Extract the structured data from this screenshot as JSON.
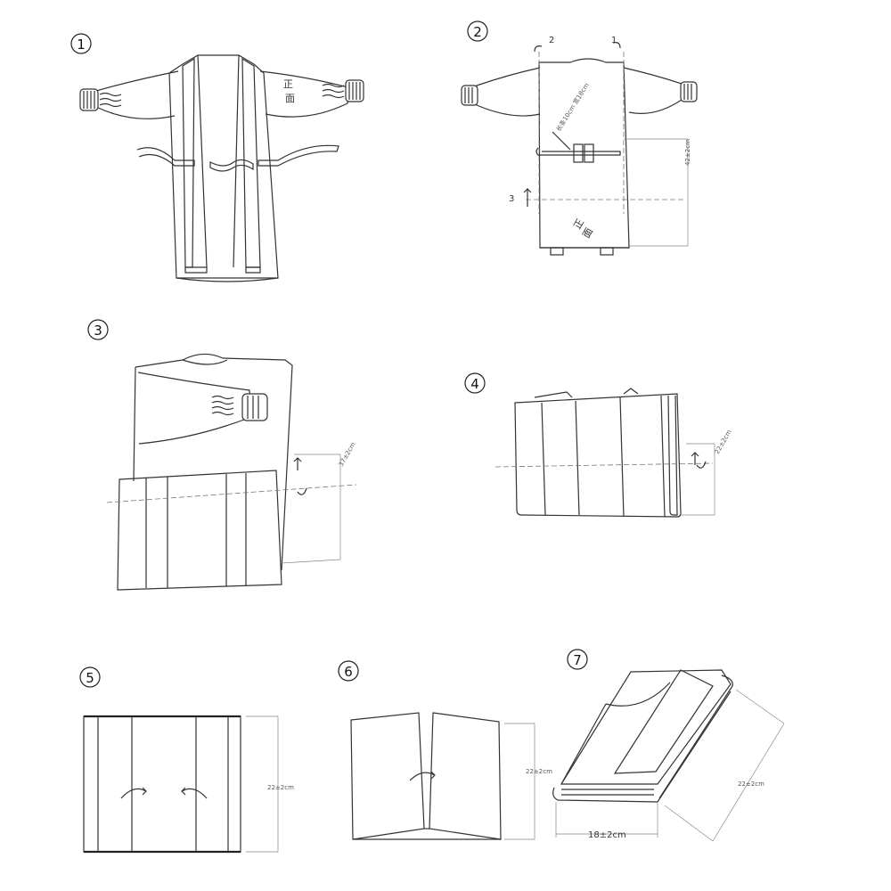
{
  "steps": [
    {
      "number": "1",
      "front_label_1": "正",
      "front_label_2": "面"
    },
    {
      "number": "2",
      "front_label_1": "正",
      "front_label_2": "面",
      "fold_marker_1": "1",
      "fold_marker_2": "2",
      "fold_marker_3": "3",
      "dim_small": "长条10cm 宽18cm",
      "dim_side": "42±2cm"
    },
    {
      "number": "3",
      "dim_side": "37±2cm"
    },
    {
      "number": "4",
      "dim_side": "22±2cm"
    },
    {
      "number": "5",
      "dim_side": "22±2cm"
    },
    {
      "number": "6",
      "dim_side": "22±2cm"
    },
    {
      "number": "7",
      "dim_bottom": "18±2cm",
      "dim_diag": "22±2cm"
    }
  ]
}
